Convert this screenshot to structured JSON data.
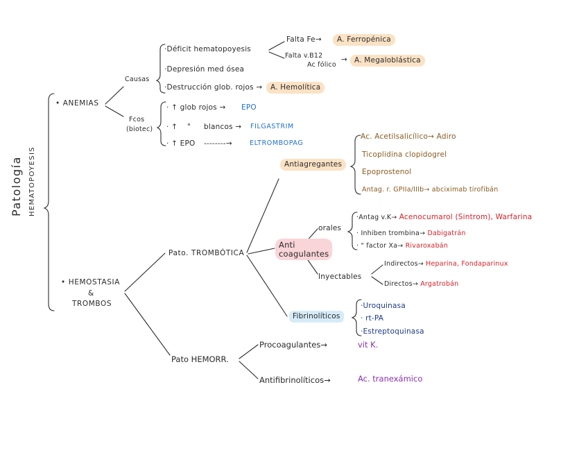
{
  "title": {
    "main": "Patología",
    "sub": "HEMATOPOYESIS"
  },
  "anemias": {
    "label": "• ANEMIAS",
    "causas": {
      "label": "Causas",
      "deficit": "·Déficit hematopoyesis",
      "falta_fe": "Falta Fe",
      "ferropenica": "A. Ferropénica",
      "falta_b12": "Falta v.B12",
      "ac_folico": "Ac fólico",
      "megaloblastica": "A. Megaloblástica",
      "depresion": "·Depresión med ósea",
      "destruccion": "·Destrucción glob. rojos",
      "hemolitica": "A. Hemolítica"
    },
    "fcos": {
      "label_1": "Fcos",
      "label_2": "(biotec)",
      "rojos": "· ↑ glob rojos",
      "epo": "EPO",
      "blancos_a": "· ↑",
      "blancos_b": "\"",
      "blancos_c": "blancos",
      "filgastrim": "FILGASTRIM",
      "epo_up": "· ↑ EPO",
      "dashes": "--------",
      "eltrombopag": "ELTROMBOPAG"
    }
  },
  "hemostasia": {
    "label_1": "• HEMOSTASIA",
    "label_2": "&",
    "label_3": "TROMBOS",
    "trombotica": {
      "label": "Pato. TROMBÓTICA",
      "antiagregantes": {
        "label": "Antiagregantes",
        "items": [
          {
            "name": "Ac. Acetilsalicílico",
            "drug": "Adiro"
          },
          {
            "name": "Ticoplidina clopidogrel",
            "drug": ""
          },
          {
            "name": "Epoprostenol",
            "drug": ""
          },
          {
            "name": "Antag. r. GPIIa/IIIb",
            "drug": "abciximab tirofibán"
          }
        ]
      },
      "anticoagulantes": {
        "label_1": "Anti",
        "label_2": "coagulantes",
        "orales": {
          "label": "orales",
          "items": [
            {
              "name": "·Antag v.K",
              "drug": "Acenocumarol (Sintrom), Warfarina"
            },
            {
              "name": "· Inhiben trombina",
              "drug": "Dabigatrán"
            },
            {
              "name": "·   \"      factor Xa",
              "drug": "Rivaroxabán"
            }
          ]
        },
        "inyectables": {
          "label": "Inyectables",
          "items": [
            {
              "name": "Indirectos",
              "drug": "Heparina, Fondaparinux"
            },
            {
              "name": "Directos",
              "drug": "Argatrobán"
            }
          ]
        }
      },
      "fibrinoliticos": {
        "label": "Fibrinolíticos",
        "items": [
          "·Uroquinasa",
          "· rt-PA",
          "·Estreptoquinasa"
        ]
      }
    },
    "hemorragica": {
      "label": "Pato HEMORR.",
      "procoagulantes": "Procoagulantes",
      "vit_k": "vit K.",
      "antifibrinoliticos": "Antifibrinolíticos",
      "tranexamico": "Ac. tranexámico"
    }
  },
  "arrow": "→"
}
